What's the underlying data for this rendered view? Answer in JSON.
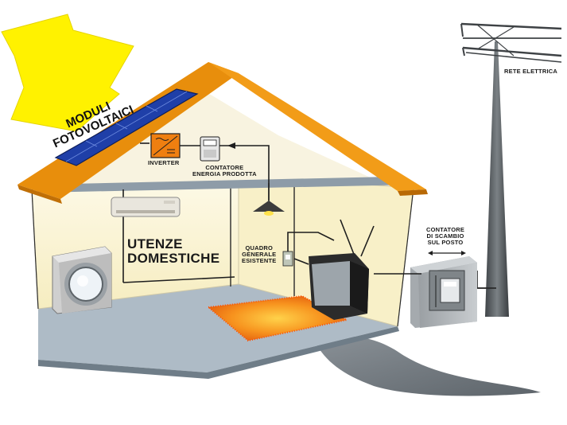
{
  "labels": {
    "moduli_line1": "MODULI",
    "moduli_line2": "FOTOVOLTAICI",
    "inverter": "INVERTER",
    "contatore_prod_line1": "CONTATORE",
    "contatore_prod_line2": "ENERGIA PRODOTTA",
    "utenze_line1": "UTENZE",
    "utenze_line2": "DOMESTICHE",
    "quadro_line1": "QUADRO",
    "quadro_line2": "GENERALE",
    "quadro_line3": "ESISTENTE",
    "contatore_scambio_line1": "CONTATORE",
    "contatore_scambio_line2": "DI SCAMBIO",
    "contatore_scambio_line3": "SUL POSTO",
    "rete": "RETE ELETTRICA"
  },
  "icons": {
    "arrow": "yellow-arrow-icon",
    "solar_panel": "solar-panel-icon",
    "inverter": "inverter-icon",
    "meter": "meter-icon",
    "air_conditioner": "air-conditioner-icon",
    "lamp": "ceiling-lamp-icon",
    "washing_machine": "washing-machine-icon",
    "television": "television-icon",
    "pylon": "power-pylon-icon"
  },
  "colors": {
    "roof": "#e88e0c",
    "arrow": "#fff200",
    "panel": "#1f3fa8",
    "floor": "#a9b8c4",
    "wall": "#fbf6dc",
    "rug": "#f07a12",
    "pylon": "#555a5e"
  }
}
